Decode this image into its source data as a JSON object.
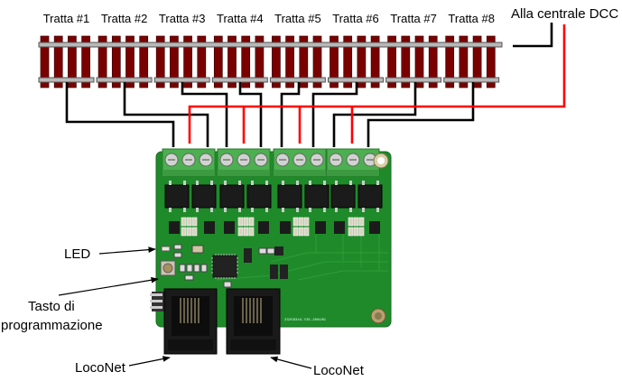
{
  "diagram": {
    "type": "wiring-diagram",
    "track_sections": [
      {
        "label": "Tratta #1"
      },
      {
        "label": "Tratta #2"
      },
      {
        "label": "Tratta #3"
      },
      {
        "label": "Tratta #4"
      },
      {
        "label": "Tratta #5"
      },
      {
        "label": "Tratta #6"
      },
      {
        "label": "Tratta #7"
      },
      {
        "label": "Tratta #8"
      }
    ],
    "dcc_label": "Alla centrale DCC",
    "callouts": {
      "led": "LED",
      "button_line1": "Tasto di",
      "button_line2": "programmazione",
      "loconet_left": "LocoNet",
      "loconet_right": "LocoNet"
    },
    "pcb_silkscreen": "23258344-Y35-200109",
    "colors": {
      "sleeper": "#7a0000",
      "rail": "#b8b8b8",
      "wire_black": "#000000",
      "wire_red": "#ff0000",
      "pcb": "#1f8a2a",
      "terminal": "#4caf50"
    }
  }
}
